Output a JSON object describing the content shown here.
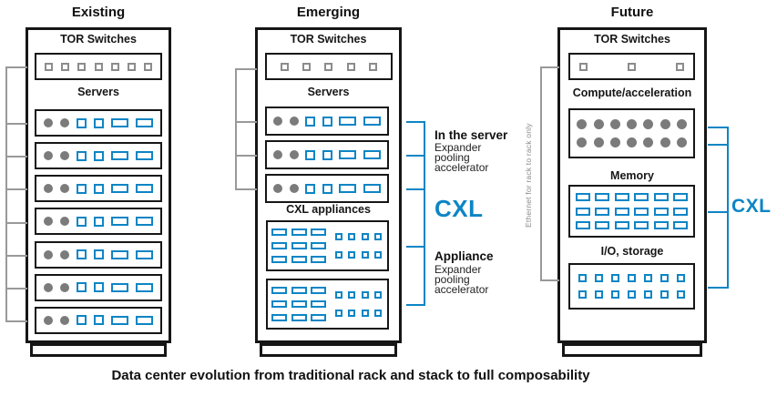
{
  "caption": "Data center evolution from traditional rack and stack to full composability",
  "colors": {
    "cxl_blue": "#0d85c5",
    "cable_gray": "#999999",
    "device_gray": "#7b7b7b",
    "ink": "#161616"
  },
  "racks": {
    "existing": {
      "title": "Existing",
      "tor_label": "TOR Switches",
      "tor_grid": {
        "cols": 7,
        "rows": 1,
        "shape": "gray-square"
      },
      "servers_label": "Servers",
      "server_rows": 7,
      "server_unit": [
        "circle",
        "circle",
        "blue-square",
        "blue-square",
        "blue-slot",
        "blue-slot"
      ]
    },
    "emerging": {
      "title": "Emerging",
      "tor_label": "TOR Switches",
      "tor_grid": {
        "cols": 5,
        "rows": 1,
        "shape": "gray-square"
      },
      "servers_label": "Servers",
      "server_rows": 3,
      "server_unit": [
        "circle",
        "circle",
        "blue-square",
        "blue-square",
        "blue-slot",
        "blue-slot"
      ],
      "appliances_label": "CXL appliances",
      "appliance_rows": 2,
      "appliance_slot_grid": {
        "cols": 3,
        "rows": 3,
        "shape": "blue-slot"
      },
      "appliance_port_grid": {
        "cols": 4,
        "rows": 2,
        "shape": "blue-square"
      }
    },
    "future": {
      "title": "Future",
      "tor_label": "TOR Switches",
      "tor_grid": {
        "cols": 3,
        "rows": 1,
        "shape": "gray-square"
      },
      "compute_label": "Compute/acceleration",
      "compute_grid": {
        "cols": 7,
        "rows": 2,
        "shape": "circle"
      },
      "memory_label": "Memory",
      "memory_grid": {
        "cols": 6,
        "rows": 3,
        "shape": "blue-slot"
      },
      "io_label": "I/O, storage",
      "io_grid": {
        "cols": 7,
        "rows": 2,
        "shape": "blue-square"
      }
    }
  },
  "annotations": {
    "in_the_server_title": "In the server",
    "in_the_server_body": "Expander\npooling\naccelerator",
    "cxl_center": "CXL",
    "appliance_title": "Appliance",
    "appliance_body": "Expander\npooling\naccelerator",
    "cxl_right": "CXL",
    "ethernet_note": "Ethernet for rack to rack only"
  }
}
